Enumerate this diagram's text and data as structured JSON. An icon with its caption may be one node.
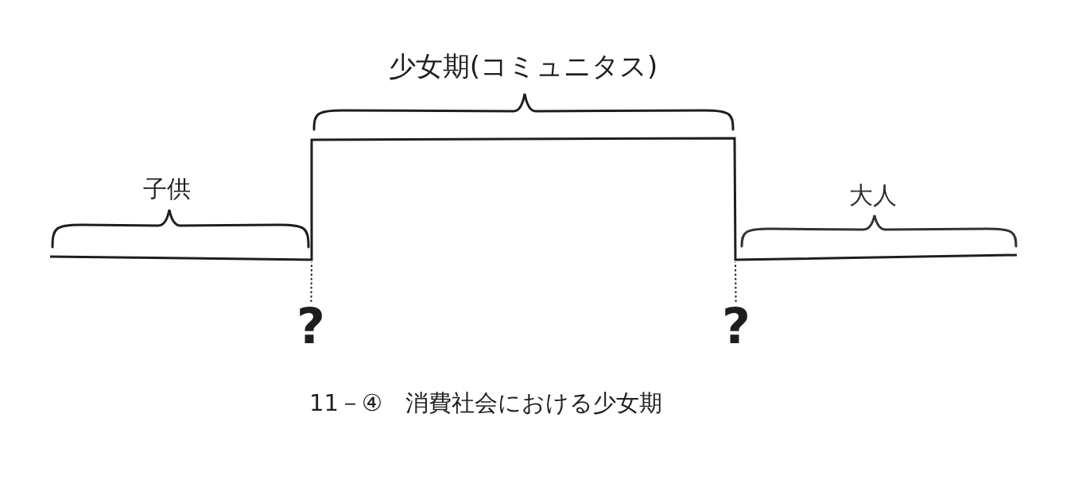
{
  "diagram": {
    "caption": "11－④　消費社会における少女期",
    "nodes": [
      {
        "text": [
          "?"
        ]
      },
      {
        "text": [
          "?"
        ]
      }
    ],
    "edges": [
      {
        "from": 0,
        "to": null,
        "arrow": "none",
        "style": "dashed"
      },
      {
        "from": 1,
        "to": null,
        "arrow": "none",
        "style": "dashed"
      }
    ],
    "labels": [
      "少女期(コミュニタス)",
      "子供",
      "大人"
    ]
  }
}
